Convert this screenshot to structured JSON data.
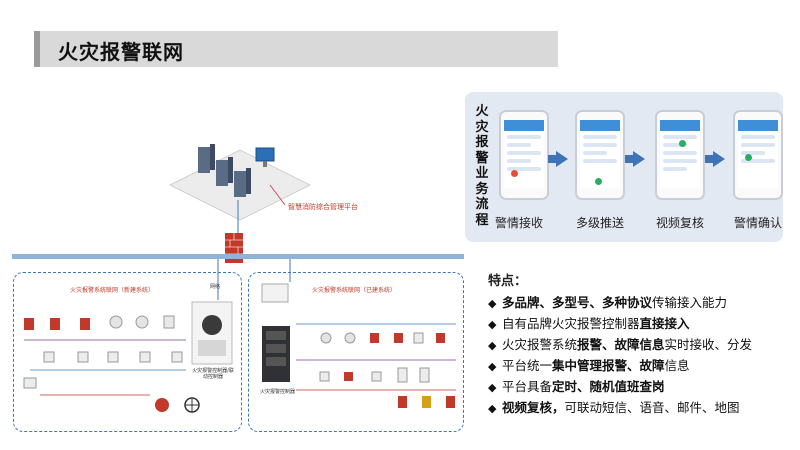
{
  "header": {
    "title": "火灾报警联网"
  },
  "workflow": {
    "side_title": "火灾报警业务流程",
    "steps": [
      "警情接收",
      "多级推送",
      "视频复核",
      "警情确认"
    ],
    "accent_color": "#3f73b8"
  },
  "features": {
    "title": "特点：",
    "items": [
      {
        "bold": "多品牌、多型号、多种协议",
        "rest": "传输接入能力"
      },
      {
        "pre": "自有品牌火灾报警控制器",
        "bold": "直接接入"
      },
      {
        "pre": "火灾报警系统",
        "bold": "报警、故障信息",
        "rest": "实时接收、分发"
      },
      {
        "pre": "平台统一",
        "bold": "集中管理报警、故障",
        "rest": "信息"
      },
      {
        "pre": "平台具备",
        "bold": "定时、随机值班查岗"
      },
      {
        "bold": "视频复核，",
        "rest": "可联动短信、语音、邮件、地图"
      }
    ]
  },
  "diagram": {
    "platform_label": "智慧消防综合管理平台",
    "left_system_title": "火灾报警系统联网（新建系统）",
    "right_system_title": "火灾报警系统联网（已建系统）",
    "network_label": "网络",
    "controller_label": "火灾报警控制器/联动控制器",
    "cabinet_label": "火灾报警控制器",
    "accent_red": "#c0392b",
    "line_blue": "#8fb4d8"
  }
}
